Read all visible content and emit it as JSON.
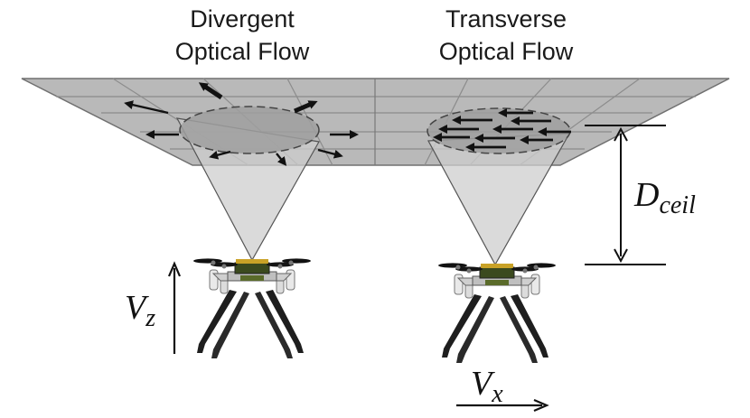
{
  "captions": {
    "divergent_line1": "Divergent",
    "divergent_line2": "Optical Flow",
    "transverse_line1": "Transverse",
    "transverse_line2": "Optical Flow"
  },
  "labels": {
    "d_main": "D",
    "d_sub": "ceil",
    "vz_main": "V",
    "vz_sub": "z",
    "vx_main": "V",
    "vx_sub": "x"
  },
  "colors": {
    "ceiling": "#b8b8b8",
    "ceiling_edge": "#6e6e6e",
    "grid": "#8a8a8a",
    "cone": "#c9c9c9",
    "ellipse": "#a2a2a2",
    "arrow": "#111111"
  },
  "icons": {
    "drone": "quadcopter-drone-icon",
    "flow_arrow": "arrow-icon"
  }
}
